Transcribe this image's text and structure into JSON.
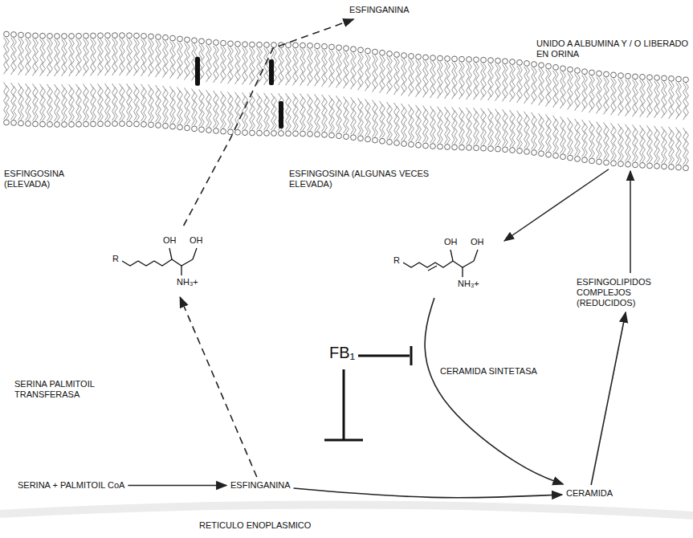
{
  "diagram": {
    "nodes": [
      {
        "text": [
          "ESFINGANINA"
        ]
      },
      {
        "text": [
          "R",
          "OH",
          "OH",
          "NH₃+"
        ]
      },
      {
        "text": [
          "R",
          "OH",
          "OH",
          "NH₃+"
        ]
      },
      {
        "text": [
          "ESFINGOLIPIDOS COMPLEJOS (REDUCIDOS)"
        ]
      },
      {
        "text": [
          "SERINA + PALMITOIL CoA"
        ]
      },
      {
        "text": [
          "ESFINGANINA"
        ]
      },
      {
        "text": [
          "CERAMIDA"
        ]
      }
    ],
    "edges": [
      {
        "from": 1,
        "to": 0,
        "arrow": "to"
      },
      {
        "from": 5,
        "to": 1,
        "arrow": "to"
      },
      {
        "from": 4,
        "to": 5,
        "arrow": "to"
      },
      {
        "from": 5,
        "to": 6,
        "arrow": "to"
      },
      {
        "from": 2,
        "to": 6,
        "arrow": "to"
      },
      {
        "from": 6,
        "to": 3,
        "arrow": "to"
      }
    ],
    "labels": [
      "UNIDO A ALBUMINA Y / O LIBERADO EN ORINA",
      "ESFINGOSINA (ELEVADA)",
      "ESFINGOSINA (ALGUNAS VECES ELEVADA)",
      "FB₁",
      "CERAMIDA SINTETASA",
      "SERINA PALMITOIL TRANSFERASA",
      "RETICULO ENOPLASMICO"
    ]
  }
}
